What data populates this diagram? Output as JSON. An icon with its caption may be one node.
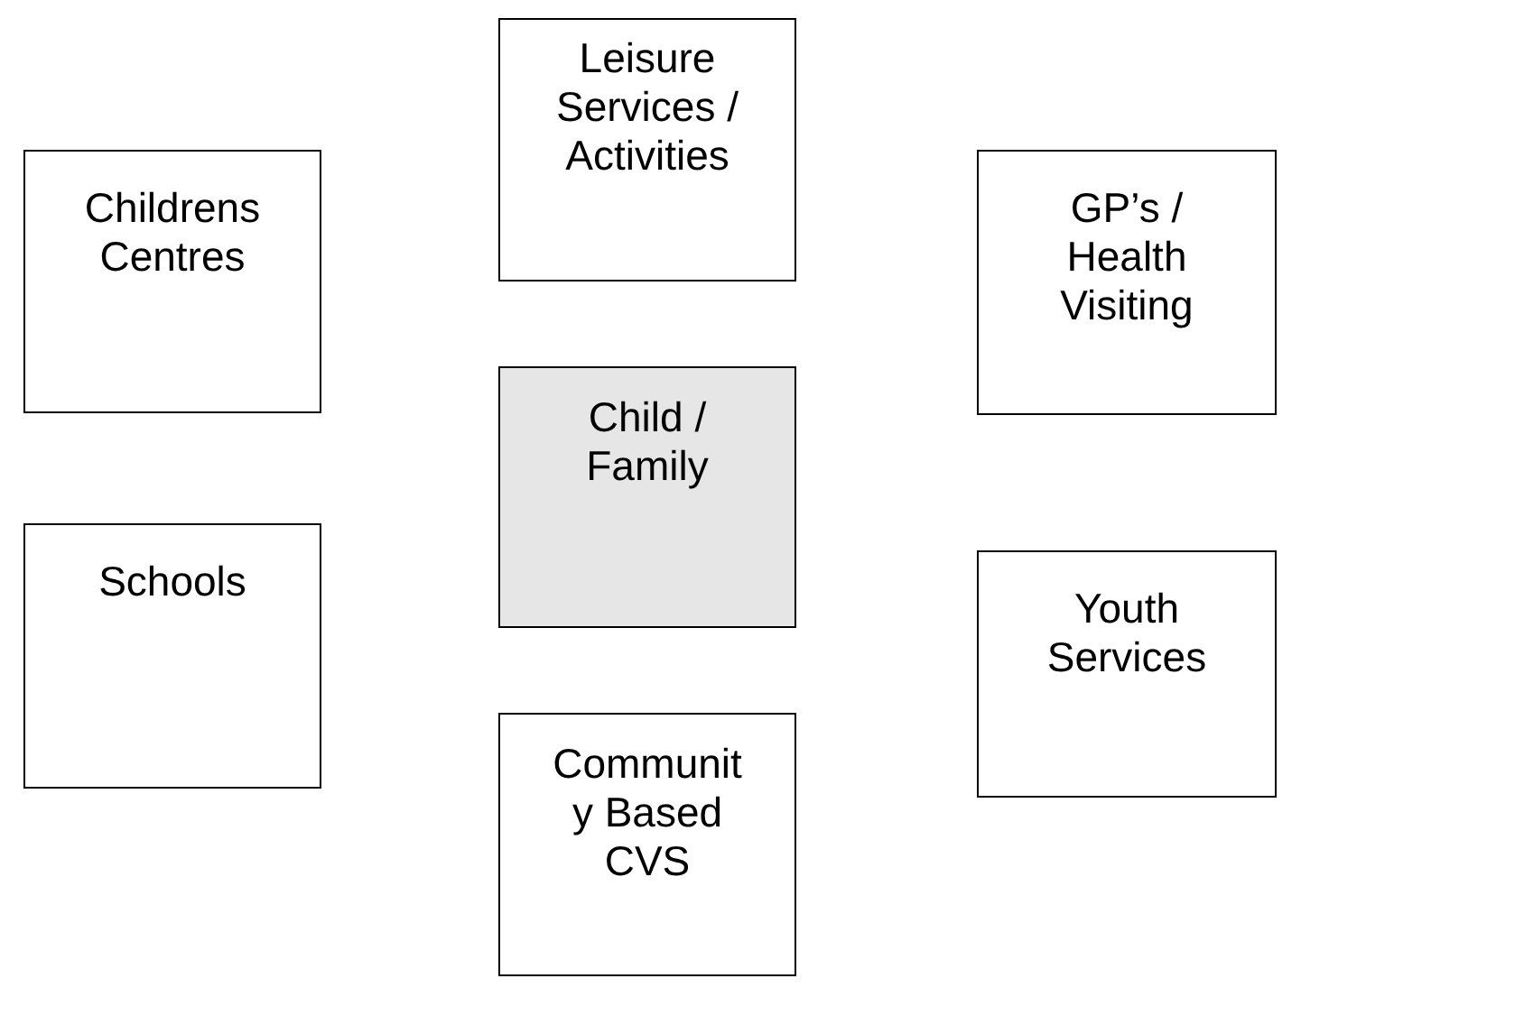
{
  "diagram": {
    "nodes": [
      {
        "text": [
          "Leisure Services / Activities"
        ]
      },
      {
        "text": [
          "Childrens Centres"
        ]
      },
      {
        "text": [
          "GP’s / Health Visiting"
        ]
      },
      {
        "text": [
          "Child / Family"
        ]
      },
      {
        "text": [
          "Schools"
        ]
      },
      {
        "text": [
          "Youth Services"
        ]
      },
      {
        "text": [
          "Communit y Based CVS"
        ]
      }
    ],
    "edges": []
  }
}
